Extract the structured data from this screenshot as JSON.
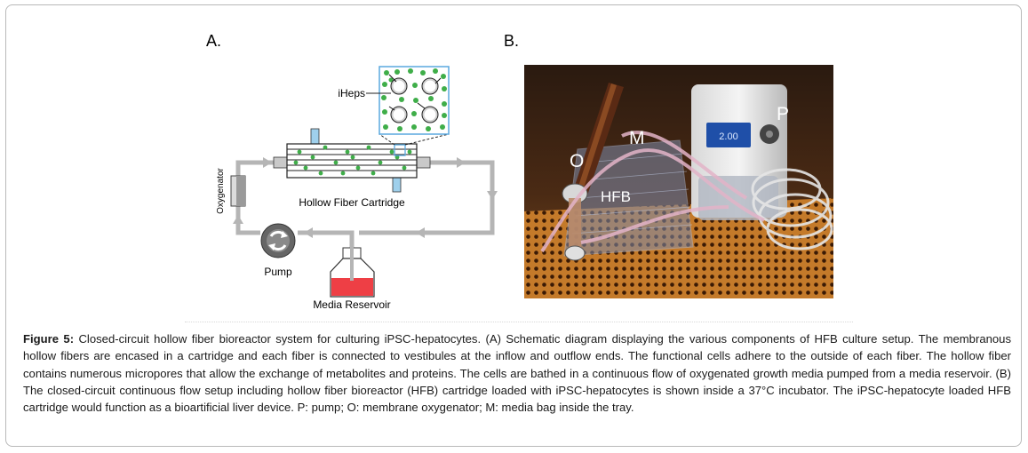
{
  "figure": {
    "panel_a": {
      "label": "A.",
      "labels": {
        "iheps": "iHeps",
        "cartridge": "Hollow Fiber Cartridge",
        "oxygenator": "Oxygenator",
        "pump": "Pump",
        "reservoir": "Media Reservoir"
      }
    },
    "panel_b": {
      "label": "B.",
      "labels": {
        "p": "P",
        "m": "M",
        "o": "O",
        "hfb": "HFB"
      },
      "device_display": "2.00"
    },
    "caption": {
      "heading": "Figure 5:",
      "text": " Closed-circuit hollow fiber bioreactor system for culturing iPSC-hepatocytes. (A) Schematic diagram displaying the various components of HFB culture setup. The membranous hollow fibers are encased in a cartridge and each fiber is connected to vestibules at the inflow and outflow ends. The functional cells adhere to the outside of each fiber. The hollow fiber contains numerous micropores that allow the exchange of metabolites and proteins. The cells are bathed in a continuous flow of oxygenated growth media pumped from a media reservoir. (B) The closed-circuit continuous flow setup including hollow fiber bioreactor (HFB) cartridge loaded with iPSC-hepatocytes is shown inside a 37°C incubator. The iPSC-hepatocyte loaded HFB cartridge would function as a bioartificial liver device. P: pump; O: membrane oxygenator; M: media bag inside the tray."
    },
    "colors": {
      "tube": "#b5b5b5",
      "cell_green": "#3fae49",
      "inset_border": "#5aa9df",
      "port_blue": "#9fd0ec",
      "media_red": "#ee3f45"
    }
  }
}
